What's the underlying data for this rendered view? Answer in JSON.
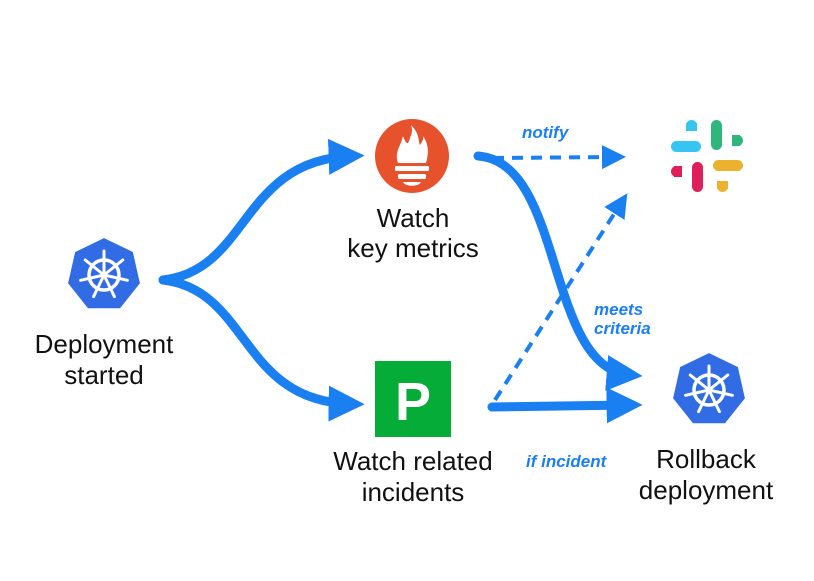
{
  "colors": {
    "arrow": "#1a7ff0",
    "kubernetes": "#326ce5",
    "prometheus": "#e6522c",
    "pagerduty": "#06ac38",
    "slack_blue": "#36c5f0",
    "slack_green": "#2eb67d",
    "slack_red": "#e01e5a",
    "slack_yellow": "#ecb22e"
  },
  "nodes": {
    "deployment": {
      "icon": "kubernetes-icon",
      "line1": "Deployment",
      "line2": "started"
    },
    "metrics": {
      "icon": "prometheus-icon",
      "line1": "Watch",
      "line2": "key metrics"
    },
    "incidents": {
      "icon": "pagerduty-icon",
      "line1": "Watch related",
      "line2": "incidents"
    },
    "slack": {
      "icon": "slack-icon"
    },
    "rollback": {
      "icon": "kubernetes-icon",
      "line1": "Rollback",
      "line2": "deployment"
    }
  },
  "pagerduty_letter": "P",
  "edges": {
    "notify": "notify",
    "meets_line1": "meets",
    "meets_line2": "criteria",
    "if_incident": "if incident"
  }
}
